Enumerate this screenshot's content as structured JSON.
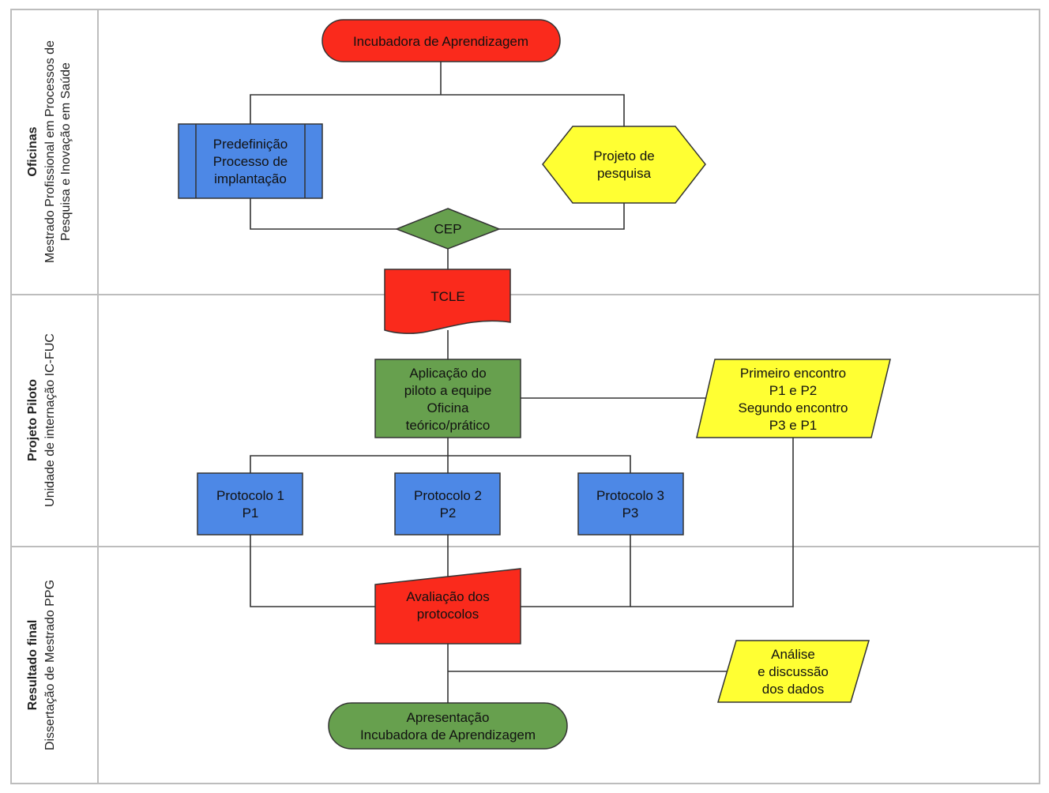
{
  "colors": {
    "red": "#fa2a1c",
    "blue": "#4d88e6",
    "yellow": "#ffff33",
    "green": "#67a04e",
    "stroke": "#333333",
    "lane_border": "#bdbdbd"
  },
  "lanes": [
    {
      "title": "Oficinas",
      "subtitle_1": "Mestrado Profissional em Processos de",
      "subtitle_2": "Pesquisa e Inovação em Saúde"
    },
    {
      "title": "Projeto Piloto",
      "subtitle_1": "Unidade de internação IC-FUC"
    },
    {
      "title": "Resultado final",
      "subtitle_1": "Dissertação de Mestrado PPG"
    }
  ],
  "nodes": {
    "incubadora": {
      "lines": [
        "Incubadora de Aprendizagem"
      ]
    },
    "predefinicao": {
      "lines": [
        "Predefinição",
        "Processo de",
        "implantação"
      ]
    },
    "projeto_pesquisa": {
      "lines": [
        "Projeto de",
        "pesquisa"
      ]
    },
    "cep": {
      "lines": [
        "CEP"
      ]
    },
    "tcle": {
      "lines": [
        "TCLE"
      ]
    },
    "aplicacao": {
      "lines": [
        "Aplicação do",
        "piloto a equipe",
        "Oficina",
        "teórico/prático"
      ]
    },
    "encontros": {
      "lines": [
        "Primeiro encontro",
        "P1 e P2",
        "Segundo encontro",
        "P3 e P1"
      ]
    },
    "protocolo1": {
      "lines": [
        "Protocolo 1",
        "P1"
      ]
    },
    "protocolo2": {
      "lines": [
        "Protocolo 2",
        "P2"
      ]
    },
    "protocolo3": {
      "lines": [
        "Protocolo 3",
        "P3"
      ]
    },
    "avaliacao": {
      "lines": [
        "Avaliação dos",
        "protocolos"
      ]
    },
    "analise": {
      "lines": [
        "Análise",
        "e discussão",
        "dos dados"
      ]
    },
    "apresentacao": {
      "lines": [
        "Apresentação",
        "Incubadora de Aprendizagem"
      ]
    }
  }
}
